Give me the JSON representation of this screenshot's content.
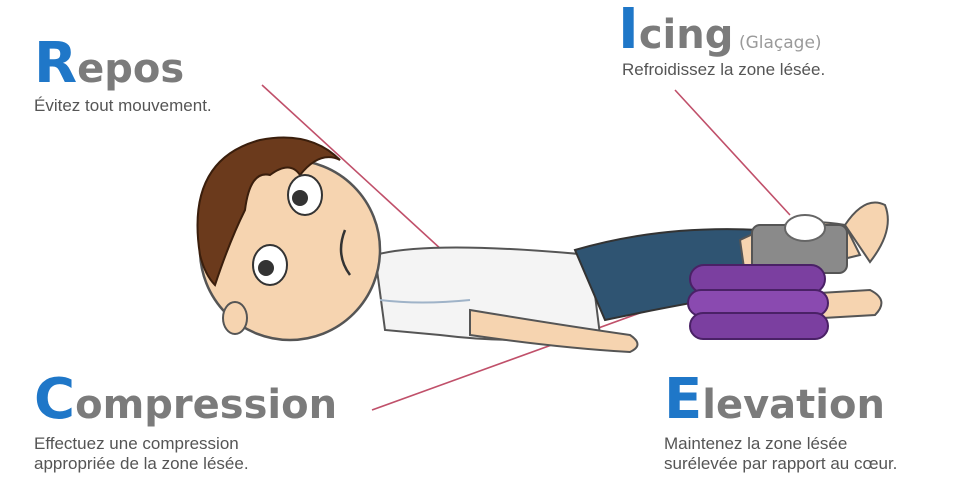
{
  "repos": {
    "cap": "R",
    "rest": "epos",
    "desc": "Évitez tout mouvement."
  },
  "icing": {
    "cap": "I",
    "rest": "cing",
    "sub": "(Glaçage)",
    "desc": "Refroidissez la zone lésée."
  },
  "compression": {
    "cap": "C",
    "rest": "ompression",
    "desc_line1": "Effectuez une compression",
    "desc_line2": "appropriée de la zone lésée."
  },
  "elevation": {
    "cap": "E",
    "rest": "levation",
    "desc_line1": "Maintenez la zone lésée",
    "desc_line2": "surélevée par rapport au cœur."
  },
  "colors": {
    "accent_blue": "#1f77c8",
    "pointer_line": "#c0506a",
    "pillow": "#7b3fa0",
    "shorts": "#2f5472",
    "bandage": "#8a8a8a",
    "hair": "#6b3a1c"
  }
}
